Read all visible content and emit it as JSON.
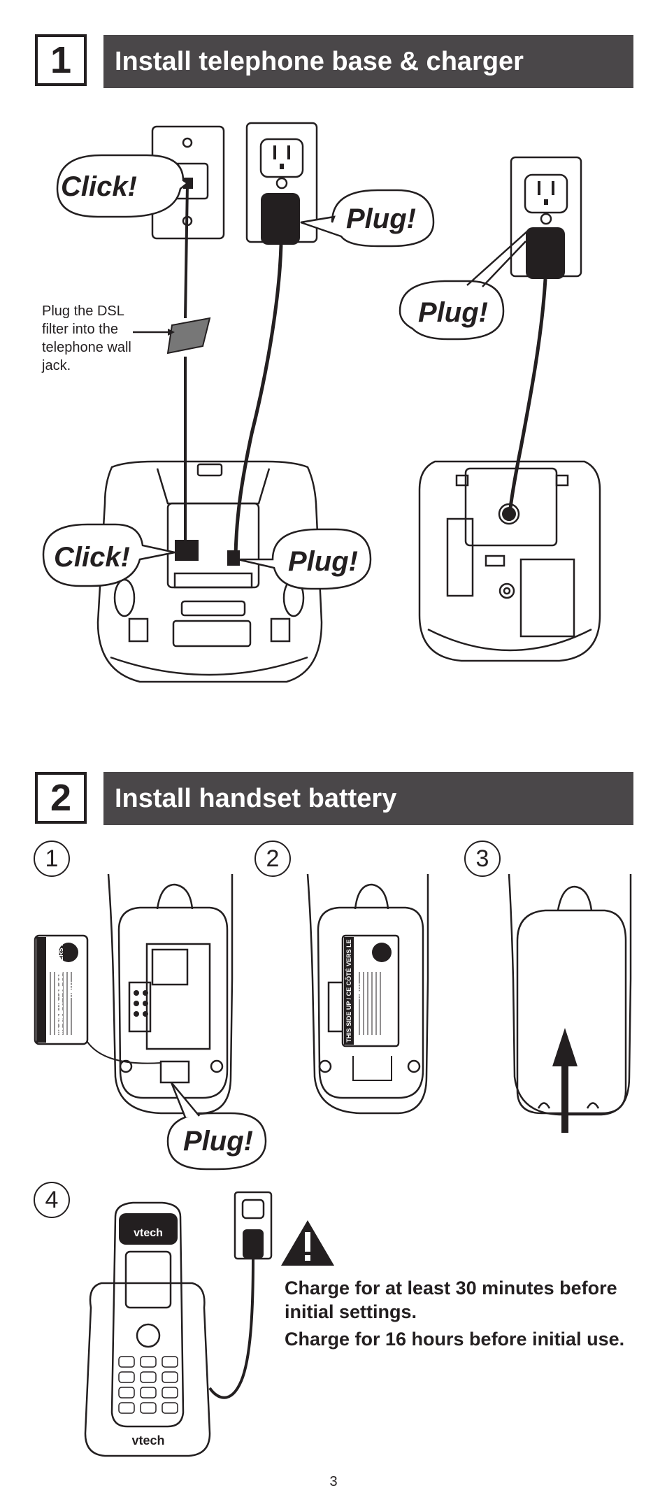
{
  "section1": {
    "number": "1",
    "title": "Install telephone base & charger",
    "callouts": {
      "click_top": "Click!",
      "plug_top": "Plug!",
      "plug_right": "Plug!",
      "click_base": "Click!",
      "plug_base": "Plug!"
    },
    "dsl_note": "Plug the DSL filter into the telephone wall jack."
  },
  "section2": {
    "number": "2",
    "title": "Install handset battery",
    "steps": [
      "1",
      "2",
      "3",
      "4"
    ],
    "plug_callout": "Plug!",
    "battery_label": "THIS SIDE UP / CE CÔTÉ VERS LE HAUT",
    "handset_brand": "vtech",
    "base_brand": "vtech",
    "charge_note_1": "Charge for at least 30 minutes before initial settings.",
    "charge_note_2": "Charge for 16 hours before initial use."
  },
  "page_number": "3"
}
